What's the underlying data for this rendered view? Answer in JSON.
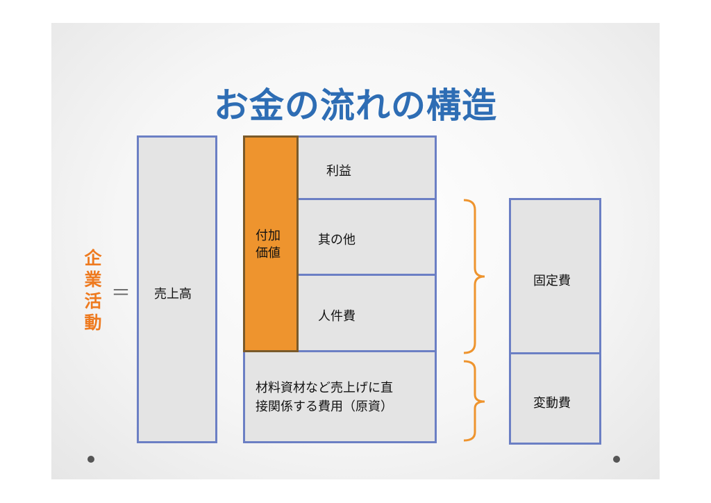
{
  "slide": {
    "title": "お金の流れの構造",
    "left_label_chars": [
      "企",
      "業",
      "活",
      "動"
    ],
    "equals": "＝",
    "sales_box": "売上高",
    "value_added_line1": "付加",
    "value_added_line2": "価値",
    "profit": "利益",
    "other": "其の他",
    "personnel": "人件費",
    "materials_line1": "材料資材など売上げに直",
    "materials_line2": "接関係する費用（原資）",
    "fixed_cost": "固定費",
    "variable_cost": "変動費"
  },
  "colors": {
    "title": "#2e6db4",
    "accent_orange": "#ee942e",
    "box_border": "#6b7fc4",
    "box_fill": "#e4e4e4"
  }
}
